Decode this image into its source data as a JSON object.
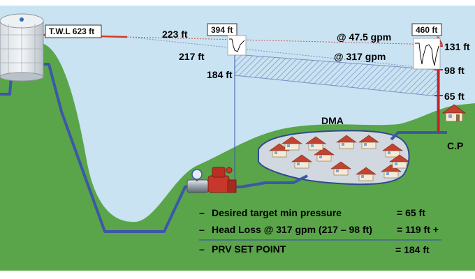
{
  "reservoir": {
    "twl_label": "T.W.L 623 ft"
  },
  "hgl": {
    "level_223": "223 ft",
    "level_217": "217 ft",
    "level_184": "184 ft",
    "flow_low": "@ 47.5 gpm",
    "flow_high": "@ 317 gpm"
  },
  "prv_gauge": {
    "value": "394 ft"
  },
  "cp_gauge": {
    "value": "460 ft"
  },
  "cp_levels": [
    "131 ft",
    "98 ft",
    "65 ft"
  ],
  "zone": {
    "dma_label": "DMA",
    "cp_label": "C.P"
  },
  "summary": {
    "rows": [
      {
        "dash": "–",
        "label": "Desired target min pressure",
        "value": "= 65 ft"
      },
      {
        "dash": "–",
        "label": "Head Loss @ 317 gpm (217 – 98 ft)",
        "value": "= 119 ft +"
      },
      {
        "dash": "–",
        "label": "PRV SET POINT",
        "value": "= 184 ft"
      }
    ]
  },
  "colors": {
    "sky": "#c9e3f2",
    "hill": "#5aa54a",
    "pipe": "#3c57a8",
    "hgl_red": "#d93a22",
    "arrow_red": "#cc1f1f",
    "hatch": "#7c90bf"
  }
}
